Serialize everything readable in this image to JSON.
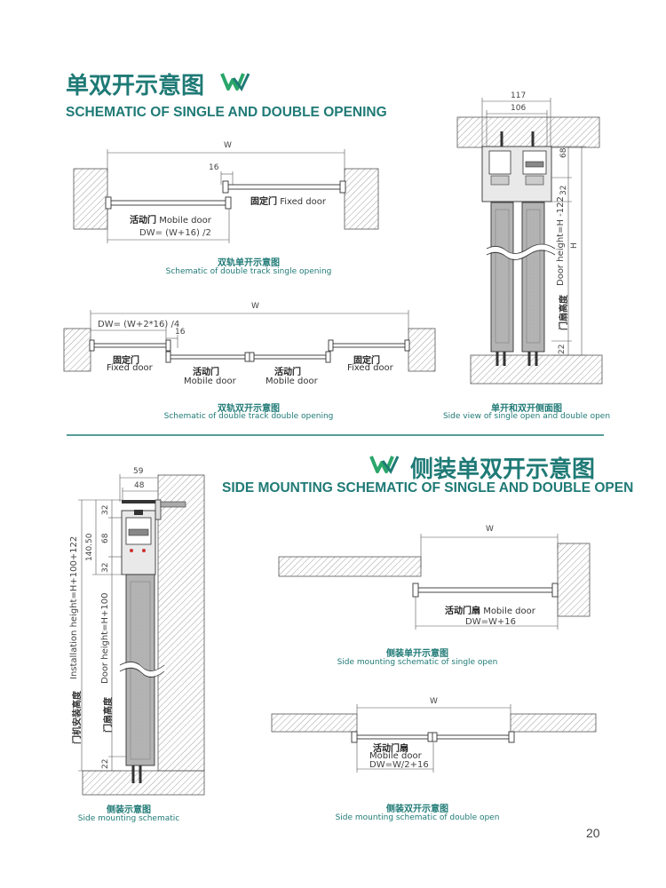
{
  "section1": {
    "title_cn": "单双开示意图",
    "title_en": "SCHEMATIC OF SINGLE AND DOUBLE OPENING"
  },
  "section2": {
    "title_cn": "侧装单双开示意图",
    "title_en": "SIDE MOUNTING SCHEMATIC OF SINGLE AND DOUBLE OPEN"
  },
  "diagram1": {
    "dim_w": "W",
    "dim_16": "16",
    "fixed_cn": "固定门",
    "fixed_en": "Fixed door",
    "mobile_cn": "活动门",
    "mobile_en": "Mobile door",
    "dw": "DW= (W+16) /2",
    "cap_cn": "双轨单开示意图",
    "cap_en": "Schematic of double track single opening"
  },
  "diagram2": {
    "dim_w": "W",
    "dw": "DW= (W+2*16) /4",
    "dim_16": "16",
    "fixed_cn": "固定门",
    "fixed_en": "Fixed door",
    "mobile_cn": "活动门",
    "mobile_en": "Mobile door",
    "cap_cn": "双轨双开示意图",
    "cap_en": "Schematic of double track double opening"
  },
  "diagram3": {
    "dim_117": "117",
    "dim_106": "106",
    "dim_68": "68",
    "dim_32": "32",
    "dim_22": "22",
    "door_height_en": "Door height=H -122",
    "door_height_cn": "门扇高度",
    "dim_h": "H",
    "cap_cn": "单开和双开侧面图",
    "cap_en": "Side view of single open and double open"
  },
  "diagram4": {
    "dim_59": "59",
    "dim_48": "48",
    "dim_32a": "32",
    "dim_68": "68",
    "dim_32b": "32",
    "dim_14050": "140.50",
    "dim_22": "22",
    "install_en": "Installation height=H+100+122",
    "install_cn": "门机安装高度",
    "door_en": "Door height=H+100",
    "door_cn": "门扇高度",
    "cap_cn": "侧装示意图",
    "cap_en": "Side mounting schematic"
  },
  "diagram5": {
    "dim_w": "W",
    "mobile_cn": "活动门扇",
    "mobile_en": "Mobile door",
    "dw": "DW=W+16",
    "cap_cn": "侧装单开示意图",
    "cap_en": "Side mounting schematic of single open"
  },
  "diagram6": {
    "dim_w": "W",
    "mobile_cn": "活动门扇",
    "mobile_en": "Mobile door",
    "dw": "DW=W/2+16",
    "cap_cn": "侧装双开示意图",
    "cap_en": "Side mounting schematic of double open"
  },
  "page_number": "20",
  "colors": {
    "accent": "#1f7a76",
    "logo": "#2aa66a"
  }
}
